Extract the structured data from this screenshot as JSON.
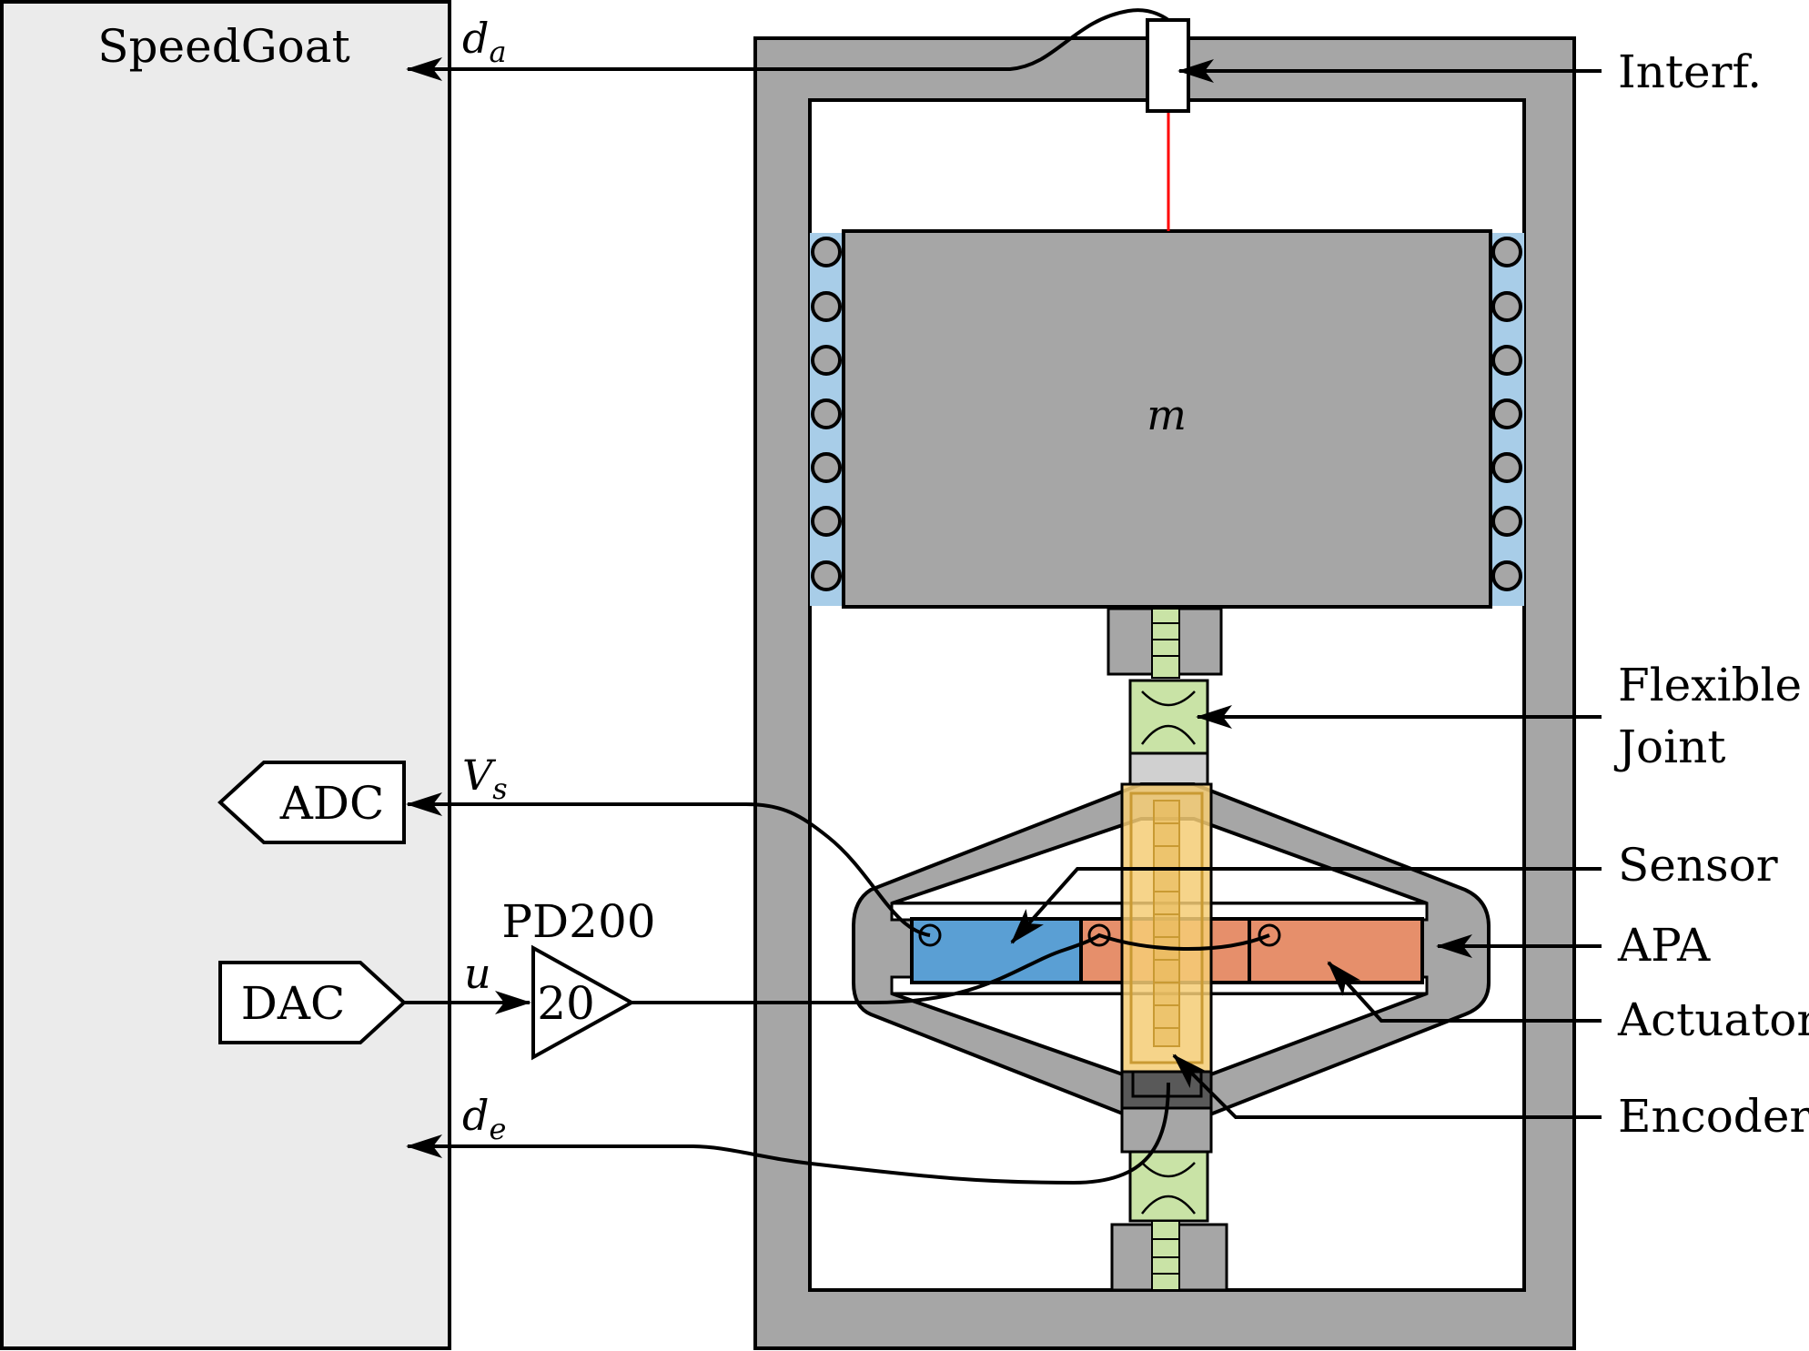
{
  "speedgoat": {
    "title": "SpeedGoat"
  },
  "signals": {
    "da": {
      "symbol": "d",
      "subscript": "a"
    },
    "vs": {
      "symbol": "V",
      "subscript": "s"
    },
    "u": {
      "symbol": "u"
    },
    "de": {
      "symbol": "d",
      "subscript": "e"
    }
  },
  "blocks": {
    "adc": "ADC",
    "dac": "DAC",
    "amplifier_name": "PD200",
    "amplifier_gain": "20"
  },
  "mass": {
    "symbol": "m"
  },
  "callouts": {
    "interferometer": "Interf.",
    "flexible_joint_line1": "Flexible",
    "flexible_joint_line2": "Joint",
    "sensor": "Sensor",
    "apa": "APA",
    "actuator": "Actuator",
    "encoder": "Encoder"
  },
  "colors": {
    "frame_gray": "#a6a6a6",
    "speedgoat_fill": "#ebebeb",
    "guide_blue": "#a8cde8",
    "sensor_blue": "#5a9fd4",
    "actuator_orange": "#e68f6b",
    "encoder_yellow": "#f5cc75",
    "joint_green": "#c9e3a6",
    "laser_red": "#ff0000"
  }
}
